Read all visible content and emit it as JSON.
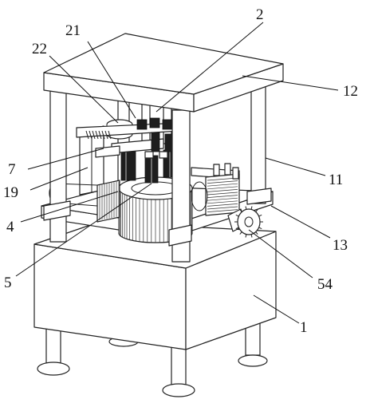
{
  "labels": {
    "n1": "1",
    "n2": "2",
    "n4": "4",
    "n5": "5",
    "n7": "7",
    "n11": "11",
    "n12": "12",
    "n13": "13",
    "n19": "19",
    "n21": "21",
    "n22": "22",
    "n54": "54"
  }
}
